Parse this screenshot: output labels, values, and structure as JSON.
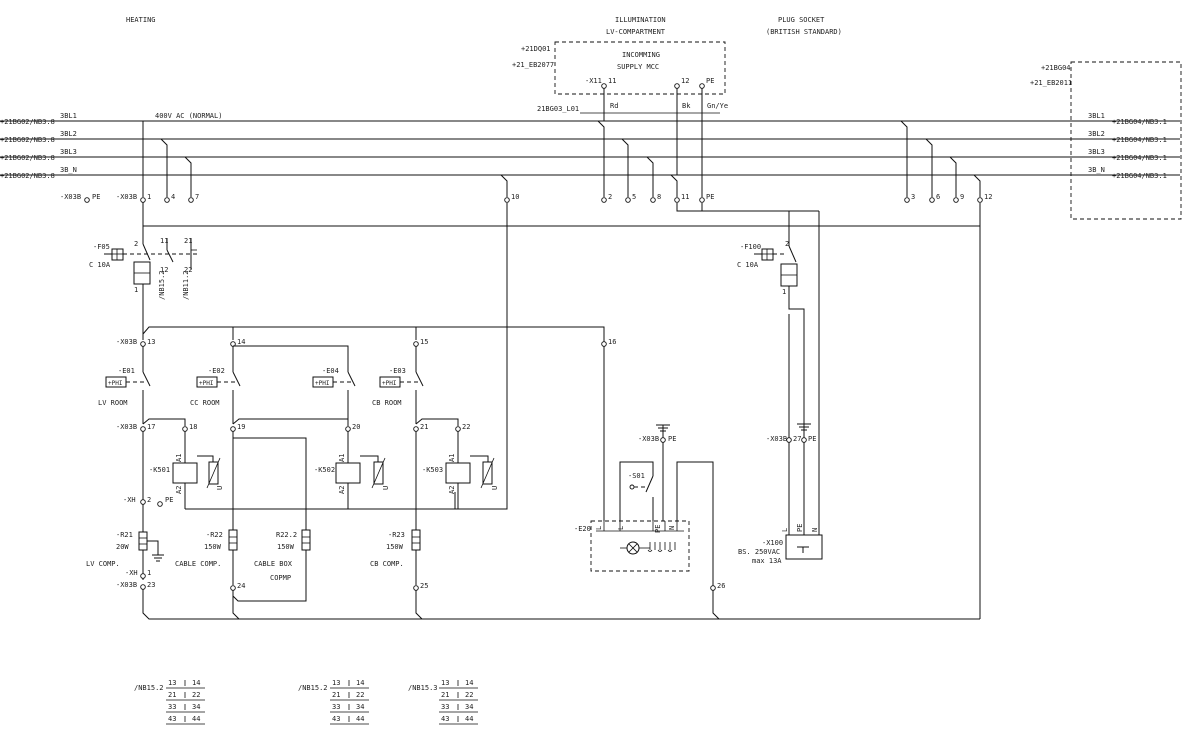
{
  "sections": {
    "heating": "HEATING",
    "illumination_l1": "ILLUMINATION",
    "illumination_l2": "LV-COMPARTMENT",
    "plug_l1": "PLUG SOCKET",
    "plug_l2": "(BRITISH STANDARD)"
  },
  "supply": {
    "ref1": "+21DQ01",
    "ref2": "+21_EB2077",
    "title_l1": "INCOMMING",
    "title_l2": "SUPPLY MCC",
    "x11": "-X11",
    "t11": "11",
    "t12": "12",
    "tpe": "PE",
    "cable": "21BG03_L01",
    "rd": "Rd",
    "bk": "Bk",
    "gnye": "Gn/Ye"
  },
  "right_box": {
    "ref1": "+21BG04",
    "ref2": "+21_EB2011"
  },
  "bus": {
    "voltage": "400V AC (NORMAL)",
    "left_refs": [
      "+21BG02/NB3.8",
      "+21BG02/NB3.8",
      "+21BG02/NB3.8",
      "+21BG02/NB3.8"
    ],
    "right_refs": [
      "+21BG04/NB3.1",
      "+21BG04/NB3.1",
      "+21BG04/NB3.1",
      "+21BG04/NB3.1"
    ],
    "names": [
      "3BL1",
      "3BL2",
      "3BL3",
      "3B_N"
    ]
  },
  "terminals": {
    "x03b": "-X03B",
    "pe": "PE",
    "top": [
      "1",
      "4",
      "7",
      "10",
      "2",
      "5",
      "8",
      "11",
      "PE",
      "3",
      "6",
      "9",
      "12"
    ],
    "row2": [
      "13",
      "14",
      "15",
      "16"
    ],
    "row3": [
      "17",
      "18",
      "19",
      "20",
      "21",
      "22"
    ],
    "bottom": [
      "23",
      "24",
      "25",
      "26"
    ],
    "x03b_pe": "PE",
    "x03b_27": "27",
    "xh": "-XH",
    "xh_2": "2",
    "xh_pe": "PE",
    "xh_1": "1",
    "xh2": "-XH"
  },
  "breakers": {
    "f05": "-F05",
    "f05_rating": "C 10A",
    "f100": "-F100",
    "f100_rating": "C 10A",
    "aux_ref": "/NB15.2",
    "aux_ref2": "/NB11.2",
    "pin2": "2",
    "pin1": "1",
    "pin11": "11",
    "pin12": "12",
    "pin21": "21",
    "pin22": "22"
  },
  "thermostats": [
    {
      "tag": "-E01",
      "label": "LV ROOM"
    },
    {
      "tag": "-E02",
      "label": "CC ROOM"
    },
    {
      "tag": "-E04",
      "label": ""
    },
    {
      "tag": "-E03",
      "label": "CB ROOM"
    }
  ],
  "thermostat_symbol": "+PHI",
  "relays": [
    "-K501",
    "-K502",
    "-K503"
  ],
  "relay_pins": {
    "a1": "A1",
    "a2": "A2",
    "u": "U"
  },
  "heaters": [
    {
      "tag": "-R21",
      "rating": "20W",
      "label": "LV COMP."
    },
    {
      "tag": "-R22",
      "rating": "150W",
      "label": "CABLE COMP."
    },
    {
      "tag": "R22.2",
      "rating": "150W",
      "label_l1": "CABLE BOX",
      "label_l2": "COPMP"
    },
    {
      "tag": "-R23",
      "rating": "150W",
      "label": "CB COMP."
    }
  ],
  "lamp": {
    "tag": "-E20",
    "switch": "-S01",
    "pins": [
      "L",
      "L",
      "PE",
      "N"
    ]
  },
  "socket": {
    "tag": "-X100",
    "l1": "BS. 250VAC",
    "l2": "max 13A",
    "pins": [
      "L",
      "PE",
      "N"
    ]
  },
  "contact_tables": [
    {
      "ref": "/NB15.2",
      "rows": [
        [
          "13",
          "14"
        ],
        [
          "21",
          "22"
        ],
        [
          "33",
          "34"
        ],
        [
          "43",
          "44"
        ]
      ]
    },
    {
      "ref": "/NB15.2",
      "rows": [
        [
          "13",
          "14"
        ],
        [
          "21",
          "22"
        ],
        [
          "33",
          "34"
        ],
        [
          "43",
          "44"
        ]
      ]
    },
    {
      "ref": "/NB15.3",
      "rows": [
        [
          "13",
          "14"
        ],
        [
          "21",
          "22"
        ],
        [
          "33",
          "34"
        ],
        [
          "43",
          "44"
        ]
      ]
    }
  ]
}
